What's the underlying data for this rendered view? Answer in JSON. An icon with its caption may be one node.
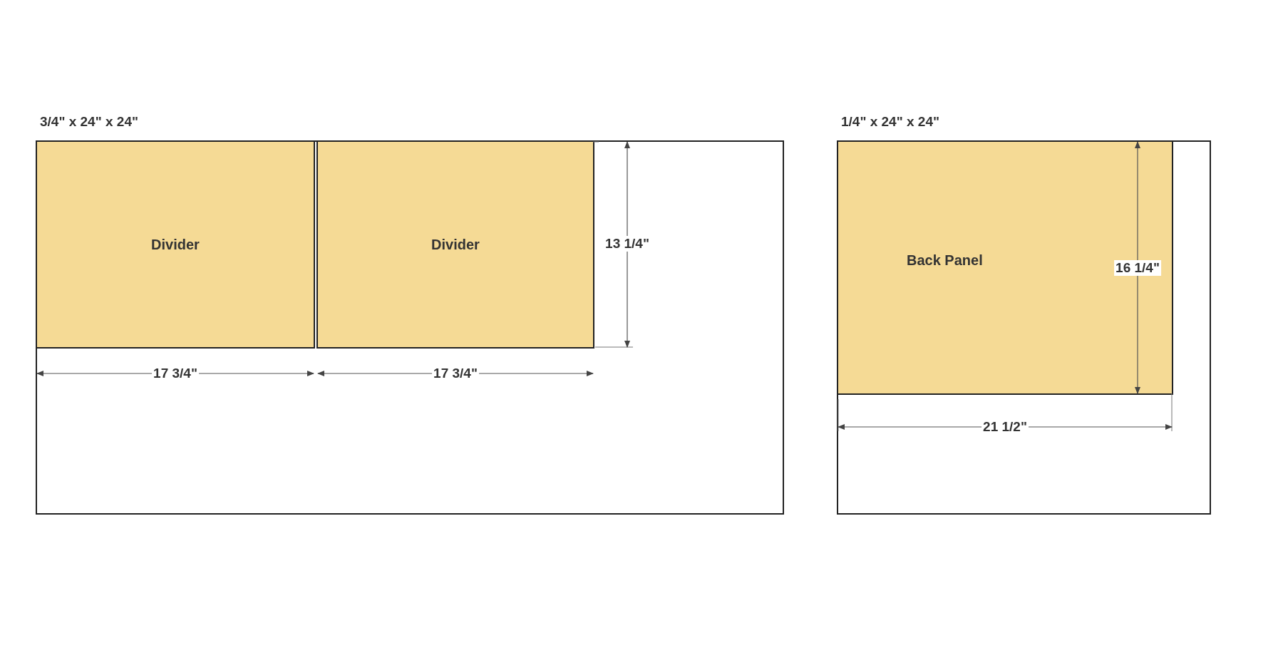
{
  "diagram": {
    "nodes": [
      {
        "text": [
          "3/4\" x 24\" x 24\""
        ]
      },
      {
        "text": [
          "Divider"
        ],
        "in": 0
      },
      {
        "text": [
          "Divider"
        ],
        "in": 0
      },
      {
        "text": [
          "1/4\" x 24\" x 24\""
        ]
      },
      {
        "text": [
          "Back Panel"
        ],
        "in": 3
      }
    ],
    "labels": [
      "17 3/4\"",
      "17 3/4\"",
      "13 1/4\"",
      "16 1/4\"",
      "21 1/2\""
    ]
  }
}
